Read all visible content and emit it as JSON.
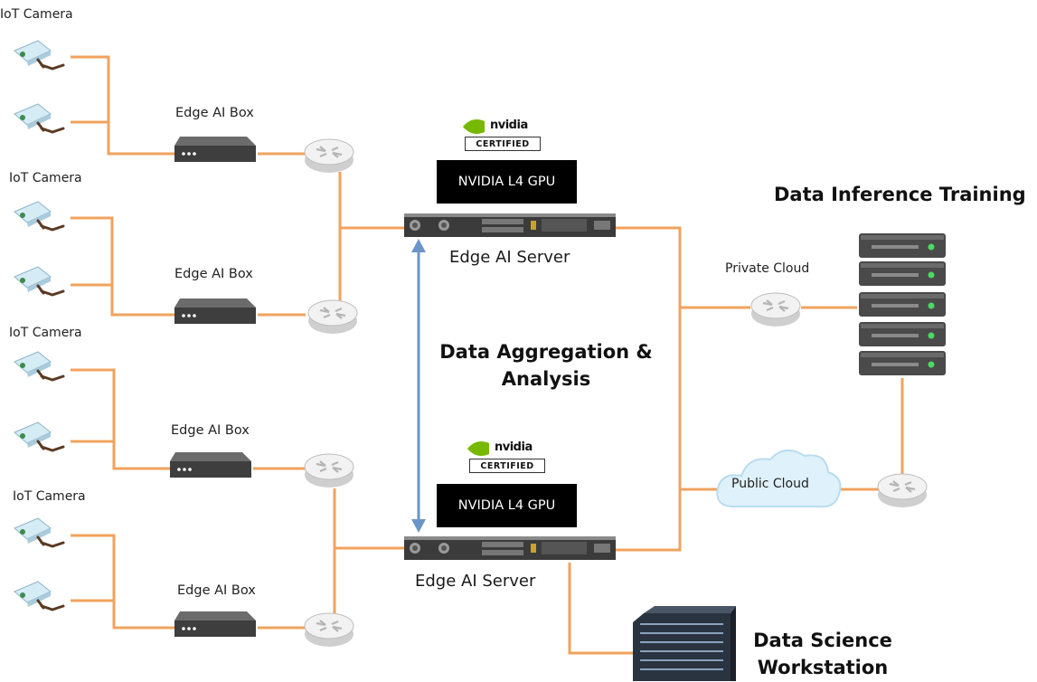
{
  "camera_groups": [
    {
      "label": "IoT Camera"
    },
    {
      "label": "IoT Camera"
    },
    {
      "label": "IoT Camera"
    },
    {
      "label": "IoT Camera"
    }
  ],
  "edge_boxes": [
    {
      "label": "Edge AI Box"
    },
    {
      "label": "Edge AI Box"
    },
    {
      "label": "Edge AI Box"
    },
    {
      "label": "Edge AI Box"
    }
  ],
  "servers": [
    {
      "brand": "nvidia",
      "certified": "CERTIFIED",
      "gpu": "NVIDIA L4 GPU",
      "label": "Edge AI Server"
    },
    {
      "brand": "nvidia",
      "certified": "CERTIFIED",
      "gpu": "NVIDIA L4 GPU",
      "label": "Edge AI Server"
    }
  ],
  "center_title": {
    "line1": "Data Aggregation &",
    "line2": "Analysis"
  },
  "private_cloud": "Private Cloud",
  "public_cloud": "Public Cloud",
  "inference_title": "Data Inference Training",
  "workstation_title": {
    "line1": "Data Science",
    "line2": "Workstation"
  },
  "colors": {
    "link": "#f0a35e",
    "arrow": "#6b95c9",
    "gpu_bg": "#000000",
    "nvidia_green": "#76b900"
  }
}
